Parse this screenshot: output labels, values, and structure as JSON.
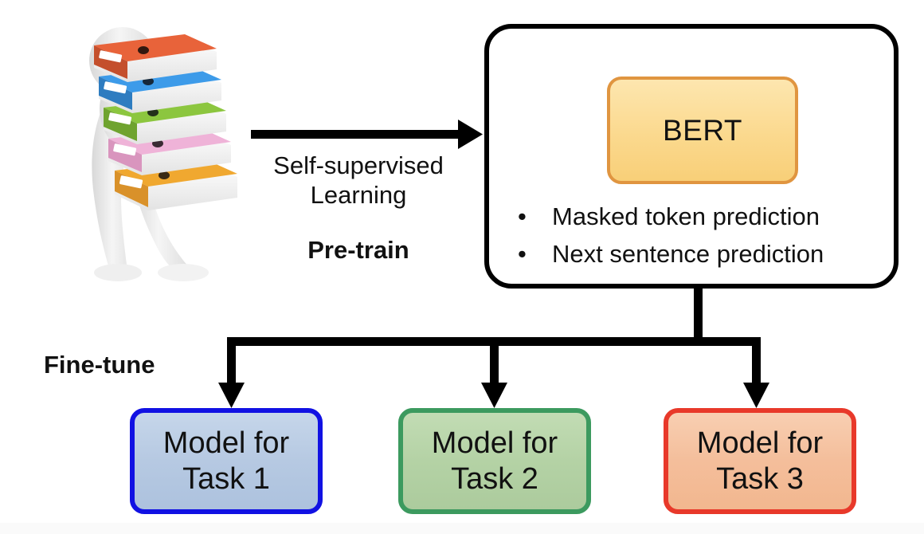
{
  "diagram": {
    "title": "BERT pre-train and fine-tune pipeline",
    "illustration": {
      "name": "person-carrying-binders",
      "figure_color": "#EDEDED",
      "binders": [
        {
          "label": "binder-orange",
          "color": "#E8633A"
        },
        {
          "label": "binder-blue",
          "color": "#3D9BE9"
        },
        {
          "label": "binder-green",
          "color": "#8CC63F"
        },
        {
          "label": "binder-pink",
          "color": "#EFB3D8"
        },
        {
          "label": "binder-amber",
          "color": "#F0A830"
        }
      ]
    },
    "arrows": {
      "pretrain_arrow": "arrow-right-icon",
      "branch_arrow_1": "arrow-down-icon",
      "branch_arrow_2": "arrow-down-icon",
      "branch_arrow_3": "arrow-down-icon"
    },
    "labels": {
      "self_supervised": "Self-supervised",
      "learning": "Learning",
      "pretrain": "Pre-train",
      "finetune": "Fine-tune"
    },
    "bert_panel": {
      "model_name": "BERT",
      "model_fill": "#FBD98E",
      "model_border": "#E09540",
      "panel_border": "#000000",
      "bullet_glyph": "•",
      "objectives": [
        "Masked token prediction",
        "Next sentence prediction"
      ]
    },
    "tasks": [
      {
        "line1": "Model for",
        "line2": "Task 1",
        "border": "#1111E3",
        "fill": "#B6C9E2"
      },
      {
        "line1": "Model for",
        "line2": "Task 2",
        "border": "#3C9A5F",
        "fill": "#B4D2A5"
      },
      {
        "line1": "Model for",
        "line2": "Task 3",
        "border": "#E8392A",
        "fill": "#F4BE9B"
      }
    ]
  }
}
